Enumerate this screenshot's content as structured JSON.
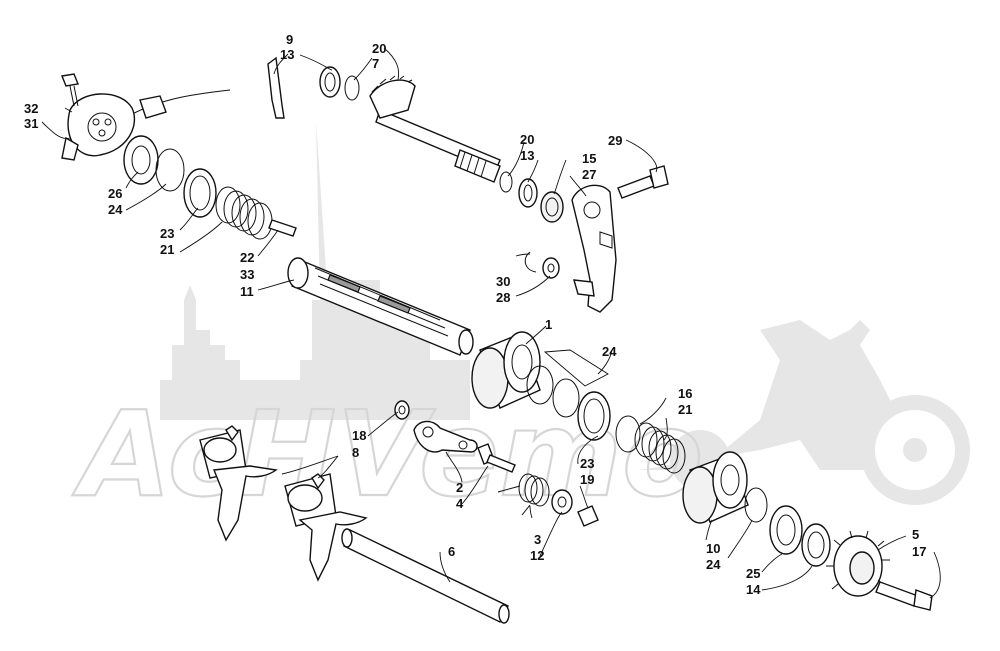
{
  "diagram": {
    "watermark_text": "AcHVemo",
    "callouts": [
      {
        "id": "c-9-13",
        "lines": [
          "9",
          "13"
        ]
      },
      {
        "id": "c-20-7",
        "lines": [
          "20",
          "7"
        ]
      },
      {
        "id": "c-32-31",
        "lines": [
          "32",
          "31"
        ]
      },
      {
        "id": "c-26-24",
        "lines": [
          "26",
          "24"
        ]
      },
      {
        "id": "c-23-21",
        "lines": [
          "23",
          "21"
        ]
      },
      {
        "id": "c-22-33-11",
        "lines": [
          "22",
          "33",
          "11"
        ]
      },
      {
        "id": "c-20-13",
        "lines": [
          "20",
          "13"
        ]
      },
      {
        "id": "c-29",
        "lines": [
          "29"
        ]
      },
      {
        "id": "c-15-27",
        "lines": [
          "15",
          "27"
        ]
      },
      {
        "id": "c-30-28",
        "lines": [
          "30",
          "28"
        ]
      },
      {
        "id": "c-1",
        "lines": [
          "1"
        ]
      },
      {
        "id": "c-24",
        "lines": [
          "24"
        ]
      },
      {
        "id": "c-16-21",
        "lines": [
          "16",
          "21"
        ]
      },
      {
        "id": "c-18-8",
        "lines": [
          "18",
          "8"
        ]
      },
      {
        "id": "c-23-19",
        "lines": [
          "23",
          "19"
        ]
      },
      {
        "id": "c-2-4",
        "lines": [
          "2",
          "4"
        ]
      },
      {
        "id": "c-6",
        "lines": [
          "6"
        ]
      },
      {
        "id": "c-3-12",
        "lines": [
          "3",
          "12"
        ]
      },
      {
        "id": "c-10-24",
        "lines": [
          "10",
          "24"
        ]
      },
      {
        "id": "c-25-14",
        "lines": [
          "25",
          "14"
        ]
      },
      {
        "id": "c-5-17",
        "lines": [
          "5",
          "17"
        ]
      }
    ]
  }
}
